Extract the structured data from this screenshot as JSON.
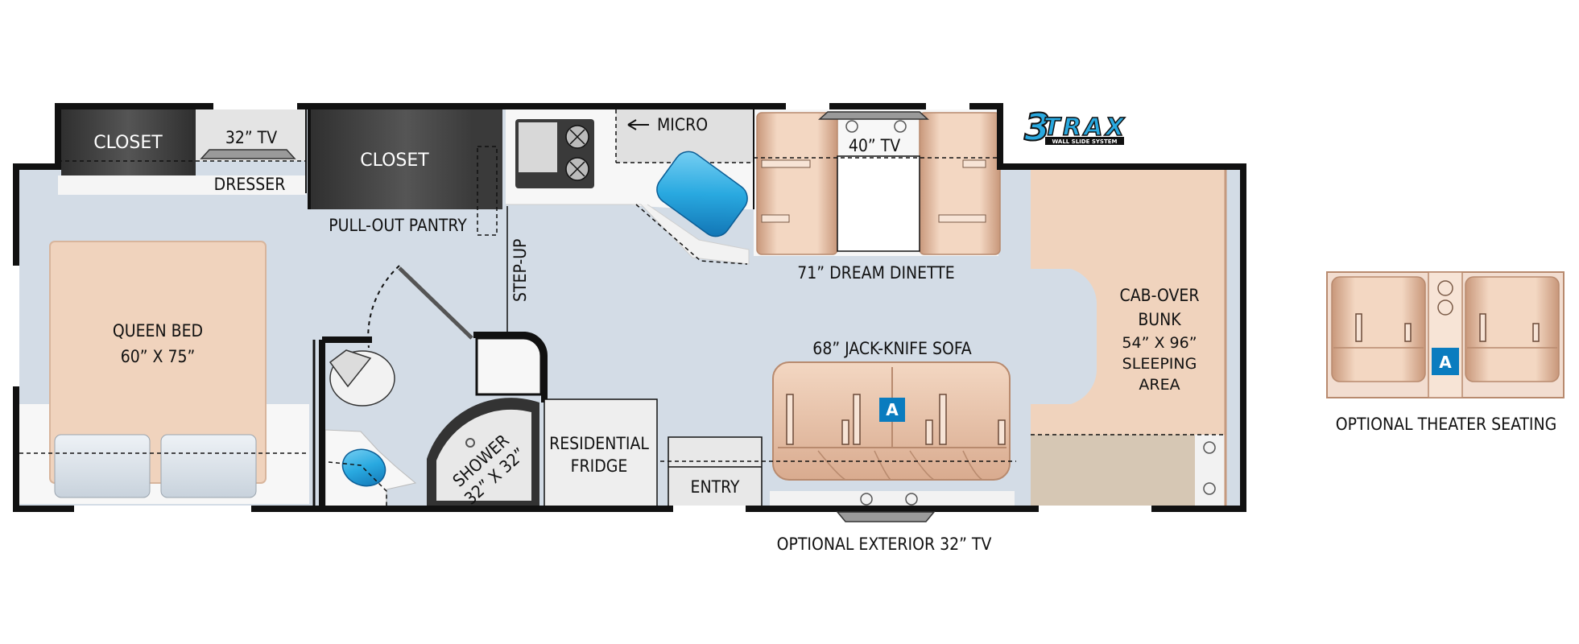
{
  "rooms": {
    "closet_rear": "CLOSET",
    "tv_rear": "32” TV",
    "dresser": "DRESSER",
    "closet_mid": "CLOSET",
    "pantry": "PULL-OUT PANTRY",
    "micro": "MICRO",
    "tv_dinette": "40” TV",
    "dinette": "71” DREAM DINETTE",
    "step_up": "STEP-UP",
    "queen_bed_line1": "QUEEN BED",
    "queen_bed_line2": "60” X 75”",
    "shower_line1": "SHOWER",
    "shower_line2": "32” X 32”",
    "fridge_line1": "RESIDENTIAL",
    "fridge_line2": "FRIDGE",
    "entry": "ENTRY",
    "sofa": "68” JACK-KNIFE SOFA",
    "bunk_line1": "CAB-OVER",
    "bunk_line2": "BUNK",
    "bunk_line3": "54” X 96”",
    "bunk_line4": "SLEEPING",
    "bunk_line5": "AREA",
    "exterior_tv": "OPTIONAL EXTERIOR 32” TV",
    "theater": "OPTIONAL THEATER SEATING"
  },
  "badges": {
    "sofa": "A",
    "theater": "A"
  },
  "logo": {
    "number": "3",
    "word": "TRAX",
    "sub": "WALL SLIDE SYSTEM"
  },
  "colors": {
    "floor": "#d3dce6",
    "wall": "#111111",
    "bed": "#f0d3bd",
    "closet": "#4a4a4a",
    "accent_blue": "#0a7cbf",
    "sink_blue": "#29a9e0"
  }
}
